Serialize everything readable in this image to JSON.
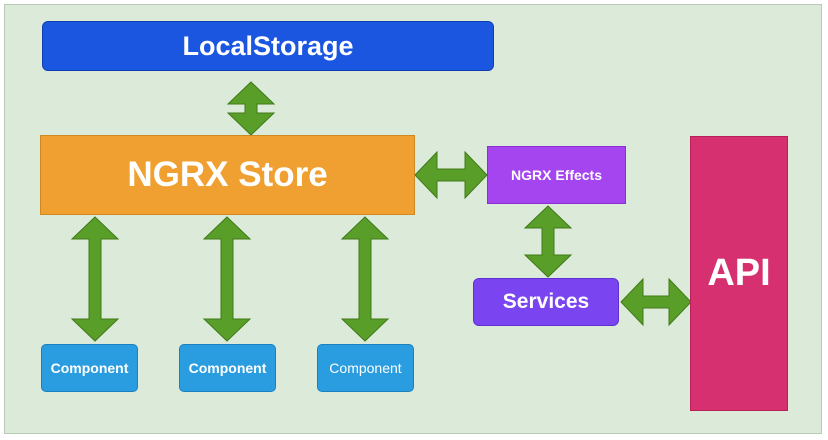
{
  "diagram": {
    "nodes": {
      "localstorage": "LocalStorage",
      "store": "NGRX Store",
      "effects": "NGRX Effects",
      "services": "Services",
      "api": "API",
      "components": [
        "Component",
        "Component",
        "Component"
      ]
    },
    "edges": [
      {
        "from": "LocalStorage",
        "to": "NGRX Store",
        "direction": "both"
      },
      {
        "from": "NGRX Store",
        "to": "NGRX Effects",
        "direction": "both"
      },
      {
        "from": "NGRX Effects",
        "to": "Services",
        "direction": "both"
      },
      {
        "from": "Services",
        "to": "API",
        "direction": "both"
      },
      {
        "from": "NGRX Store",
        "to": "Component 1",
        "direction": "both"
      },
      {
        "from": "NGRX Store",
        "to": "Component 2",
        "direction": "both"
      },
      {
        "from": "NGRX Store",
        "to": "Component 3",
        "direction": "both"
      }
    ],
    "colors": {
      "background": "#dcebd9",
      "localstorage": "#1a56e0",
      "store": "#f0a030",
      "effects": "#a545f0",
      "services": "#7a45f0",
      "api": "#d63070",
      "component": "#2a9de0",
      "arrow": "#5a9e2a"
    }
  }
}
